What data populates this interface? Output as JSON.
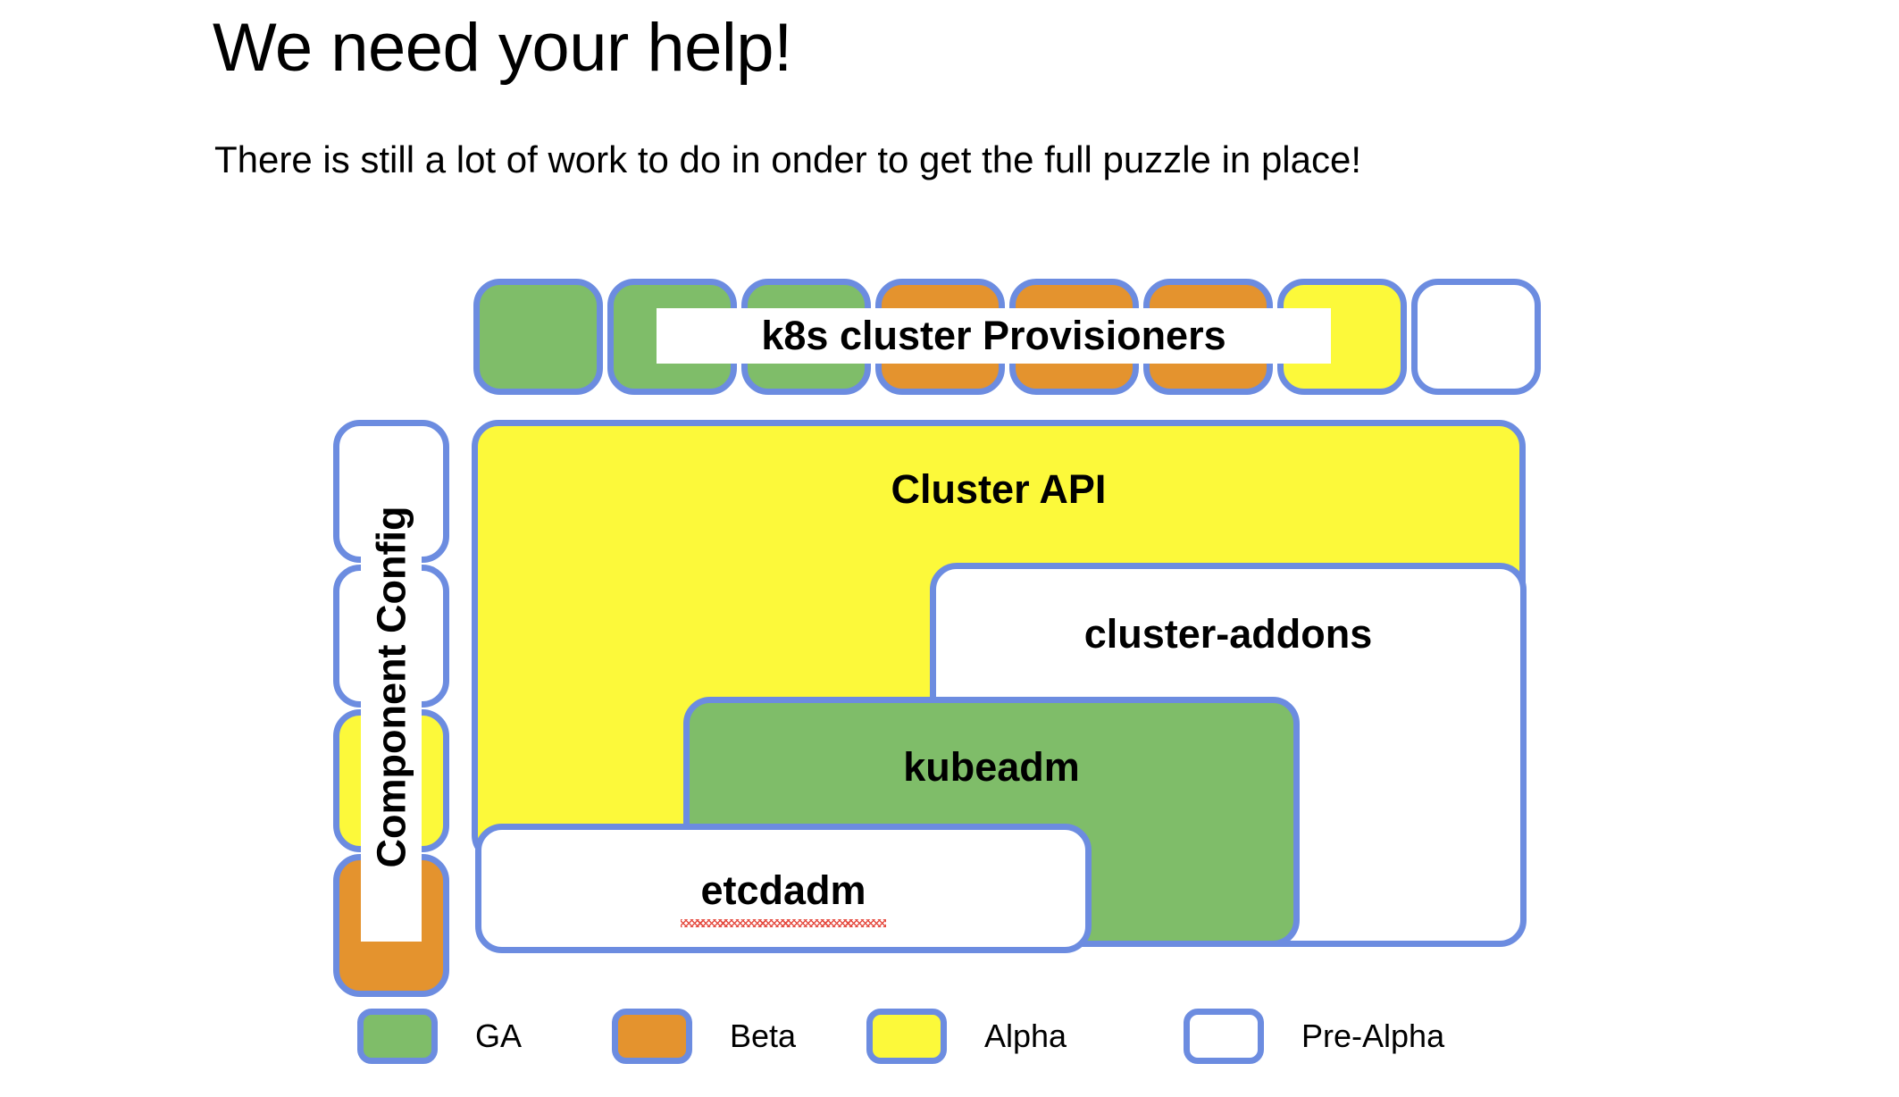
{
  "slide": {
    "title": "We need your help!",
    "subtitle": "There is still a lot of work to do in onder to get the full puzzle in place!"
  },
  "colors": {
    "border_blue": "#6C8CE0",
    "ga_green": "#7FBD69",
    "beta_orange": "#E4932E",
    "alpha_yellow": "#FCF93A",
    "prealpha_white": "#FFFFFF",
    "spellcheck_red": "#E33A2E"
  },
  "provisioner_row": {
    "label": "k8s cluster Provisioners",
    "blocks": [
      {
        "status": "ga"
      },
      {
        "status": "ga"
      },
      {
        "status": "ga"
      },
      {
        "status": "beta"
      },
      {
        "status": "beta"
      },
      {
        "status": "beta"
      },
      {
        "status": "alpha"
      },
      {
        "status": "prealpha"
      }
    ]
  },
  "component_config": {
    "label": "Component Config",
    "blocks": [
      {
        "status": "prealpha"
      },
      {
        "status": "prealpha"
      },
      {
        "status": "alpha"
      },
      {
        "status": "beta"
      }
    ]
  },
  "stack": {
    "cluster_api": {
      "label": "Cluster API",
      "status": "alpha"
    },
    "cluster_addons": {
      "label": "cluster-addons",
      "status": "prealpha"
    },
    "kubeadm": {
      "label": "kubeadm",
      "status": "ga"
    },
    "etcdadm": {
      "label": "etcdadm",
      "status": "prealpha",
      "spellcheck_underline": true
    }
  },
  "legend": {
    "items": [
      {
        "label": "GA",
        "status": "ga"
      },
      {
        "label": "Beta",
        "status": "beta"
      },
      {
        "label": "Alpha",
        "status": "alpha"
      },
      {
        "label": "Pre-Alpha",
        "status": "prealpha"
      }
    ]
  }
}
